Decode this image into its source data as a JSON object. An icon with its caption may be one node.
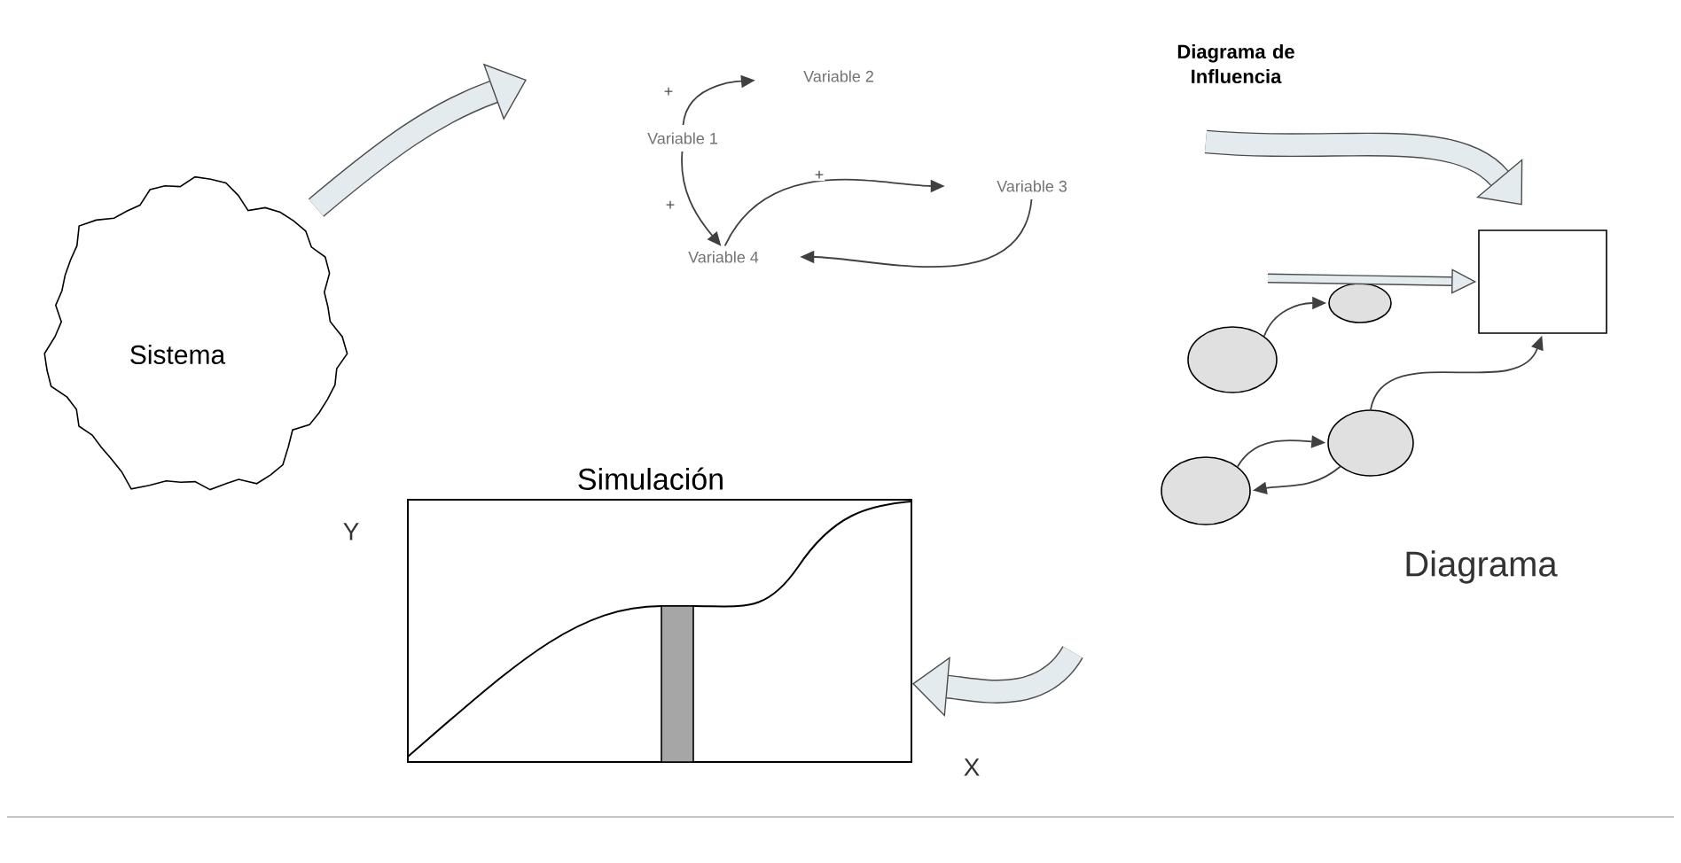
{
  "diagram": {
    "nodes": [
      {
        "text": [
          "Sistema"
        ]
      },
      {
        "text": [
          "Variable 1"
        ]
      },
      {
        "text": [
          "Variable 2"
        ]
      },
      {
        "text": [
          "Variable 3"
        ]
      },
      {
        "text": [
          "Variable 4"
        ]
      },
      {
        "text": [
          "Diagrama de Influencia"
        ]
      },
      {
        "text": [],
        "shape": "box"
      },
      {
        "text": [],
        "shape": "circle"
      },
      {
        "text": [],
        "shape": "circle"
      },
      {
        "text": [],
        "shape": "circle"
      },
      {
        "text": [],
        "shape": "circle"
      },
      {
        "text": [
          "Simulación"
        ]
      }
    ],
    "edges": [
      {
        "from": 0,
        "to": null,
        "arrow": "to",
        "style": "thick"
      },
      {
        "from": 1,
        "to": 2,
        "arrow": "to",
        "label": "+"
      },
      {
        "from": 1,
        "to": 4,
        "arrow": "to",
        "label": "+"
      },
      {
        "from": 4,
        "to": 3,
        "arrow": "to",
        "label": "+"
      },
      {
        "from": 3,
        "to": 4,
        "arrow": "to"
      },
      {
        "from": null,
        "to": 6,
        "arrow": "to",
        "style": "thick"
      },
      {
        "from": 8,
        "to": 7,
        "arrow": "to"
      },
      {
        "from": 9,
        "to": 6,
        "arrow": "to"
      },
      {
        "from": 10,
        "to": 9,
        "arrow": "to"
      },
      {
        "from": 9,
        "to": 10,
        "arrow": "to"
      },
      {
        "from": null,
        "to": 6,
        "arrow": "to",
        "style": "thick"
      },
      {
        "from": null,
        "to": 11,
        "arrow": "to",
        "style": "thick"
      }
    ],
    "labels": [
      "Diagrama",
      "Y",
      "X"
    ]
  }
}
